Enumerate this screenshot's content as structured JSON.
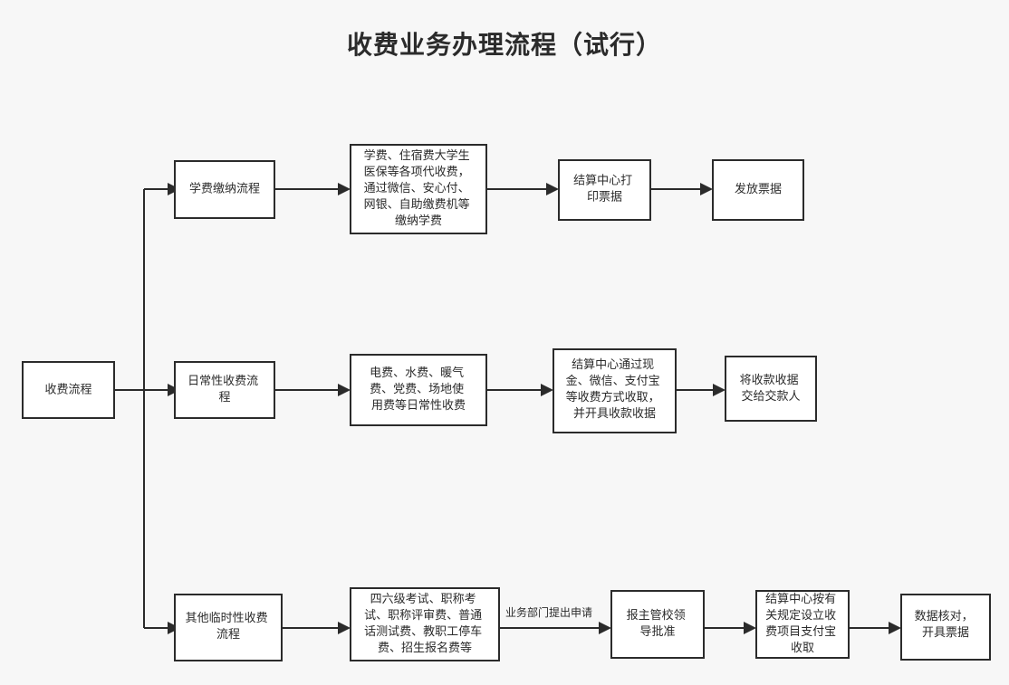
{
  "title": "收费业务办理流程（试行）",
  "colors": {
    "background": "#f7f7f7",
    "node_fill": "#ffffff",
    "stroke": "#2b2b2b",
    "text": "#2b2b2b"
  },
  "diagram": {
    "type": "flowchart",
    "orientation": "left-to-right",
    "root": {
      "id": "root",
      "label": "收费流程",
      "lines": [
        "收费流程"
      ]
    },
    "branches": [
      {
        "id": "branch-tuition",
        "name": "学费缴纳流程",
        "steps": [
          {
            "id": "n1-1",
            "lines": [
              "学费缴纳流程"
            ]
          },
          {
            "id": "n1-2",
            "lines": [
              "学费、住宿费大学生",
              "医保等各项代收费，",
              "通过微信、安心付、",
              "网银、自助缴费机等",
              "缴纳学费"
            ]
          },
          {
            "id": "n1-3",
            "lines": [
              "结算中心打",
              "印票据"
            ]
          },
          {
            "id": "n1-4",
            "lines": [
              "发放票据"
            ]
          }
        ],
        "edge_labels": [
          "",
          "",
          ""
        ]
      },
      {
        "id": "branch-routine",
        "name": "日常性收费流程",
        "steps": [
          {
            "id": "n2-1",
            "lines": [
              "日常性收费流",
              "程"
            ]
          },
          {
            "id": "n2-2",
            "lines": [
              "电费、水费、暖气",
              "费、党费、场地使",
              "用费等日常性收费"
            ]
          },
          {
            "id": "n2-3",
            "lines": [
              "结算中心通过现",
              "金、微信、支付宝",
              "等收费方式收取，",
              "并开具收款收据"
            ]
          },
          {
            "id": "n2-4",
            "lines": [
              "将收款收据",
              "交给交款人"
            ]
          }
        ],
        "edge_labels": [
          "",
          "",
          ""
        ]
      },
      {
        "id": "branch-temporary",
        "name": "其他临时性收费流程",
        "steps": [
          {
            "id": "n3-1",
            "lines": [
              "其他临时性收费",
              "流程"
            ]
          },
          {
            "id": "n3-2",
            "lines": [
              "四六级考试、职称考",
              "试、职称评审费、普通",
              "话测试费、教职工停车",
              "费、招生报名费等"
            ]
          },
          {
            "id": "n3-3",
            "lines": [
              "报主管校领",
              "导批准"
            ]
          },
          {
            "id": "n3-4",
            "lines": [
              "结算中心按有",
              "关规定设立收",
              "费项目支付宝",
              "收取"
            ]
          },
          {
            "id": "n3-5",
            "lines": [
              "数据核对，",
              "开具票据"
            ]
          }
        ],
        "edge_labels": [
          "",
          "业务部门提出申请",
          "",
          ""
        ]
      }
    ],
    "edge_label_texts": {
      "apply": "业务部门提出申请"
    }
  }
}
